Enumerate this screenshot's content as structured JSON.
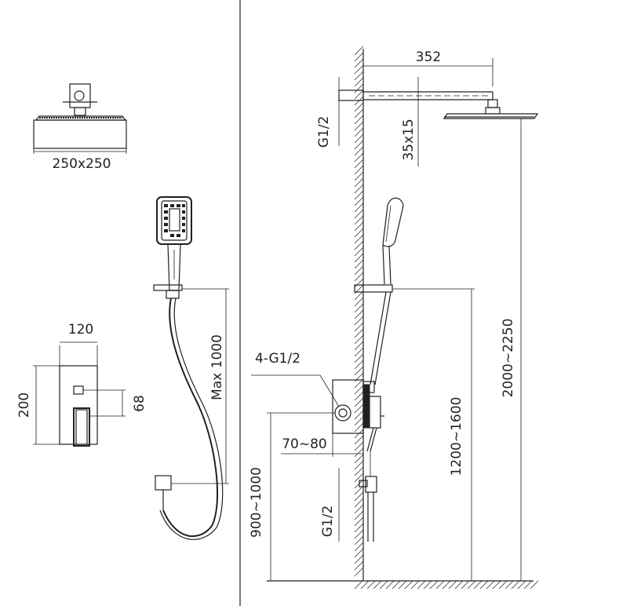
{
  "labels": {
    "head_size": "250x250",
    "arm_length": "352",
    "arm_thread": "G1/2",
    "head_connector": "35x15",
    "mixer_ports": "4-G1/2",
    "mixer_depth": "70~80",
    "outlet_thread": "G1/2",
    "mixer_height": "900~1000",
    "slide_height": "1200~1600",
    "head_height": "2000~2250",
    "hose_length": "Max 1000",
    "plate_width": "120",
    "plate_height": "200",
    "plate_offset": "68"
  }
}
